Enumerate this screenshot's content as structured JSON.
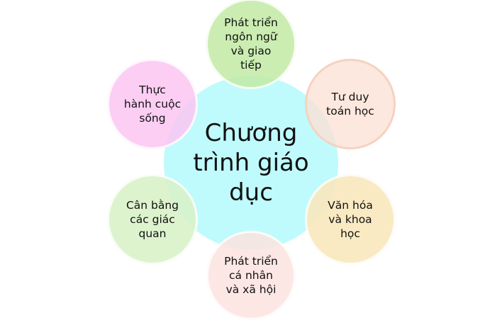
{
  "center": {
    "label": "Chương\ntrình giáo\ndục",
    "color": "#b4fafc"
  },
  "nodes": [
    {
      "label": "Phát triển\nngôn ngữ\nvà giao\ntiếp",
      "color": "#c2eaa4"
    },
    {
      "label": "Tư duy\ntoán học",
      "color": "#fbe2d6"
    },
    {
      "label": "Văn hóa\nvà khoa\nhọc",
      "color": "#f8e8bc"
    },
    {
      "label": "Phát triển\ncá nhân\nvà xã hội",
      "color": "#fbe3df"
    },
    {
      "label": "Cân bằng\ncác giác\nquan",
      "color": "#d7f1c6"
    },
    {
      "label": "Thực\nhành cuộc\nsống",
      "color": "#fcc6f2"
    }
  ]
}
